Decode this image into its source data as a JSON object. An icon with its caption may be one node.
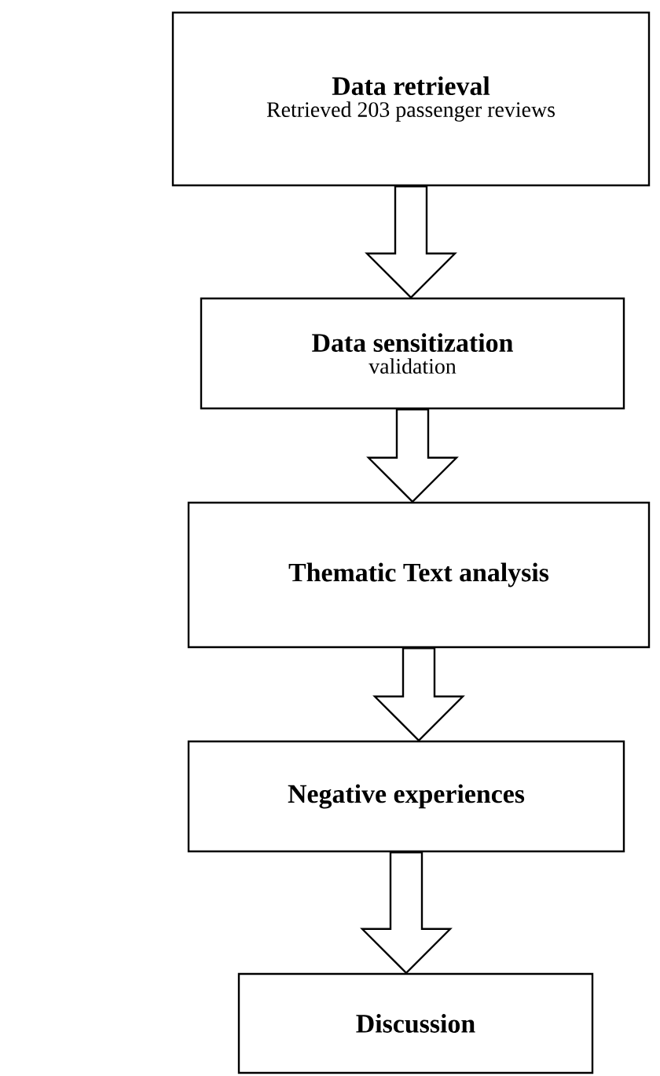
{
  "diagram": {
    "nodes": [
      {
        "text": [
          "Data retrieval",
          "Retrieved 203 passenger reviews"
        ]
      },
      {
        "text": [
          "Data sensitization",
          "validation"
        ]
      },
      {
        "text": [
          "Thematic Text analysis"
        ]
      },
      {
        "text": [
          "Negative experiences"
        ]
      },
      {
        "text": [
          "Discussion"
        ]
      }
    ],
    "edges": [
      {
        "from": 0,
        "to": 1,
        "arrow": "to"
      },
      {
        "from": 1,
        "to": 2,
        "arrow": "to"
      },
      {
        "from": 2,
        "to": 3,
        "arrow": "to"
      },
      {
        "from": 3,
        "to": 4,
        "arrow": "to"
      }
    ]
  }
}
